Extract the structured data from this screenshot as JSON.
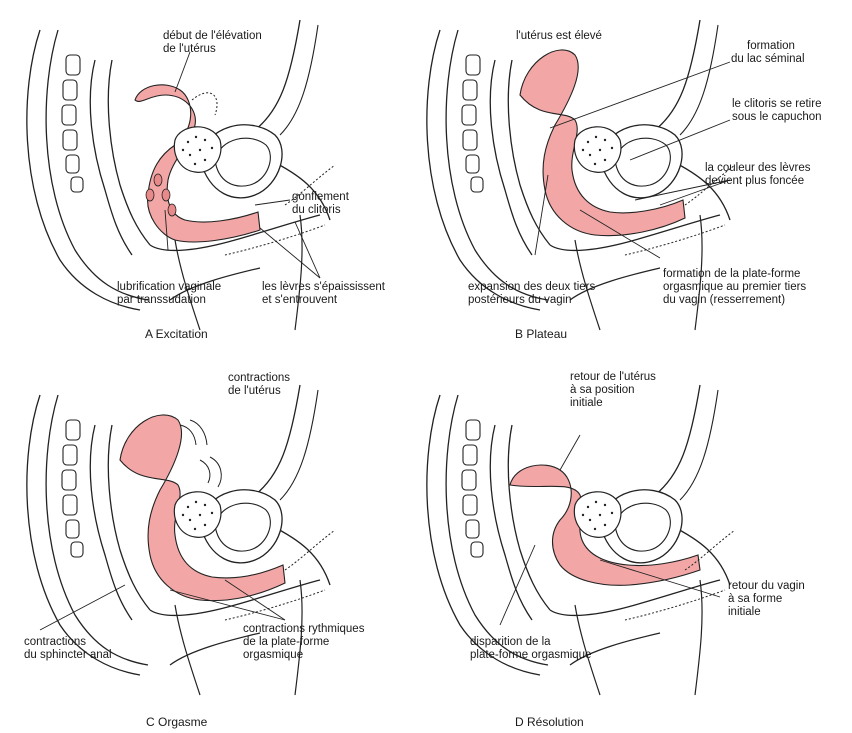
{
  "colors": {
    "pink": "#f2a7a6",
    "pink_dark": "#e88a8a",
    "line": "#222222",
    "paper": "#ffffff"
  },
  "panels": {
    "a": {
      "caption": "A Excitation",
      "labels": {
        "uterus_start_1": "début de l'élévation",
        "uterus_start_2": "de l'utérus",
        "clitoris_1": "gonflement",
        "clitoris_2": "du clitoris",
        "lubrication_1": "lubrification vaginale",
        "lubrication_2": "par transsudation",
        "lips_1": "les lèvres s'épaississent",
        "lips_2": "et s'entrouvent"
      }
    },
    "b": {
      "caption": "B Plateau",
      "labels": {
        "uterus_1": "l'utérus est élevé",
        "lake_1": "formation",
        "lake_2": "du lac séminal",
        "clit_1": "le clitoris se retire",
        "clit_2": "sous le capuchon",
        "color_1": "la couleur des lèvres",
        "color_2": "devient plus foncée",
        "expansion_1": "expansion des deux tiers",
        "expansion_2": "postérieurs du vagin",
        "platform_1": "formation de la plate-forme",
        "platform_2": "orgasmique au premier tiers",
        "platform_3": "du vagin (resserrement)"
      }
    },
    "c": {
      "caption": "C Orgasme",
      "labels": {
        "uterus_1": "contractions",
        "uterus_2": "de l'utérus",
        "anal_1": "contractions",
        "anal_2": "du sphincter anal",
        "rhythm_1": "contractions rythmiques",
        "rhythm_2": "de la plate-forme",
        "rhythm_3": "orgasmique"
      }
    },
    "d": {
      "caption": "D Résolution",
      "labels": {
        "uterus_1": "retour de l'utérus",
        "uterus_2": "à sa position",
        "uterus_3": "initiale",
        "vagina_1": "retour du vagin",
        "vagina_2": "à sa forme",
        "vagina_3": "initiale",
        "platform_1": "disparition de la",
        "platform_2": "plate-forme orgasmique"
      }
    }
  }
}
